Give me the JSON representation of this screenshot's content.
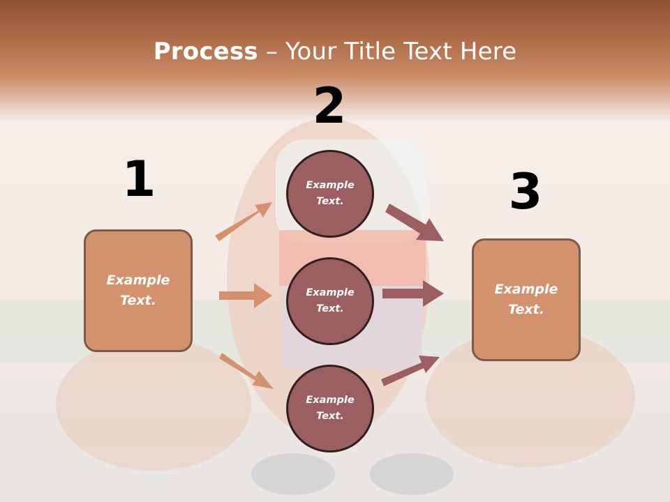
{
  "title": {
    "bold": "Process",
    "rest": " – Your Title Text Here"
  },
  "numbers": [
    "1",
    "2",
    "3"
  ],
  "left_box": {
    "line1": "Example",
    "line2": "Text."
  },
  "circles": [
    {
      "line1": "Example",
      "line2": "Text."
    },
    {
      "line1": "Example",
      "line2": "Text."
    },
    {
      "line1": "Example",
      "line2": "Text."
    }
  ],
  "right_box": {
    "line1": "Example",
    "line2": "Text."
  },
  "colors": {
    "title_band": "#ad6a47",
    "box_fill": "#d3926d",
    "circle_fill": "#9b5f61",
    "left_arrows": "#d3926d",
    "right_arrows": "#9b5f61"
  }
}
